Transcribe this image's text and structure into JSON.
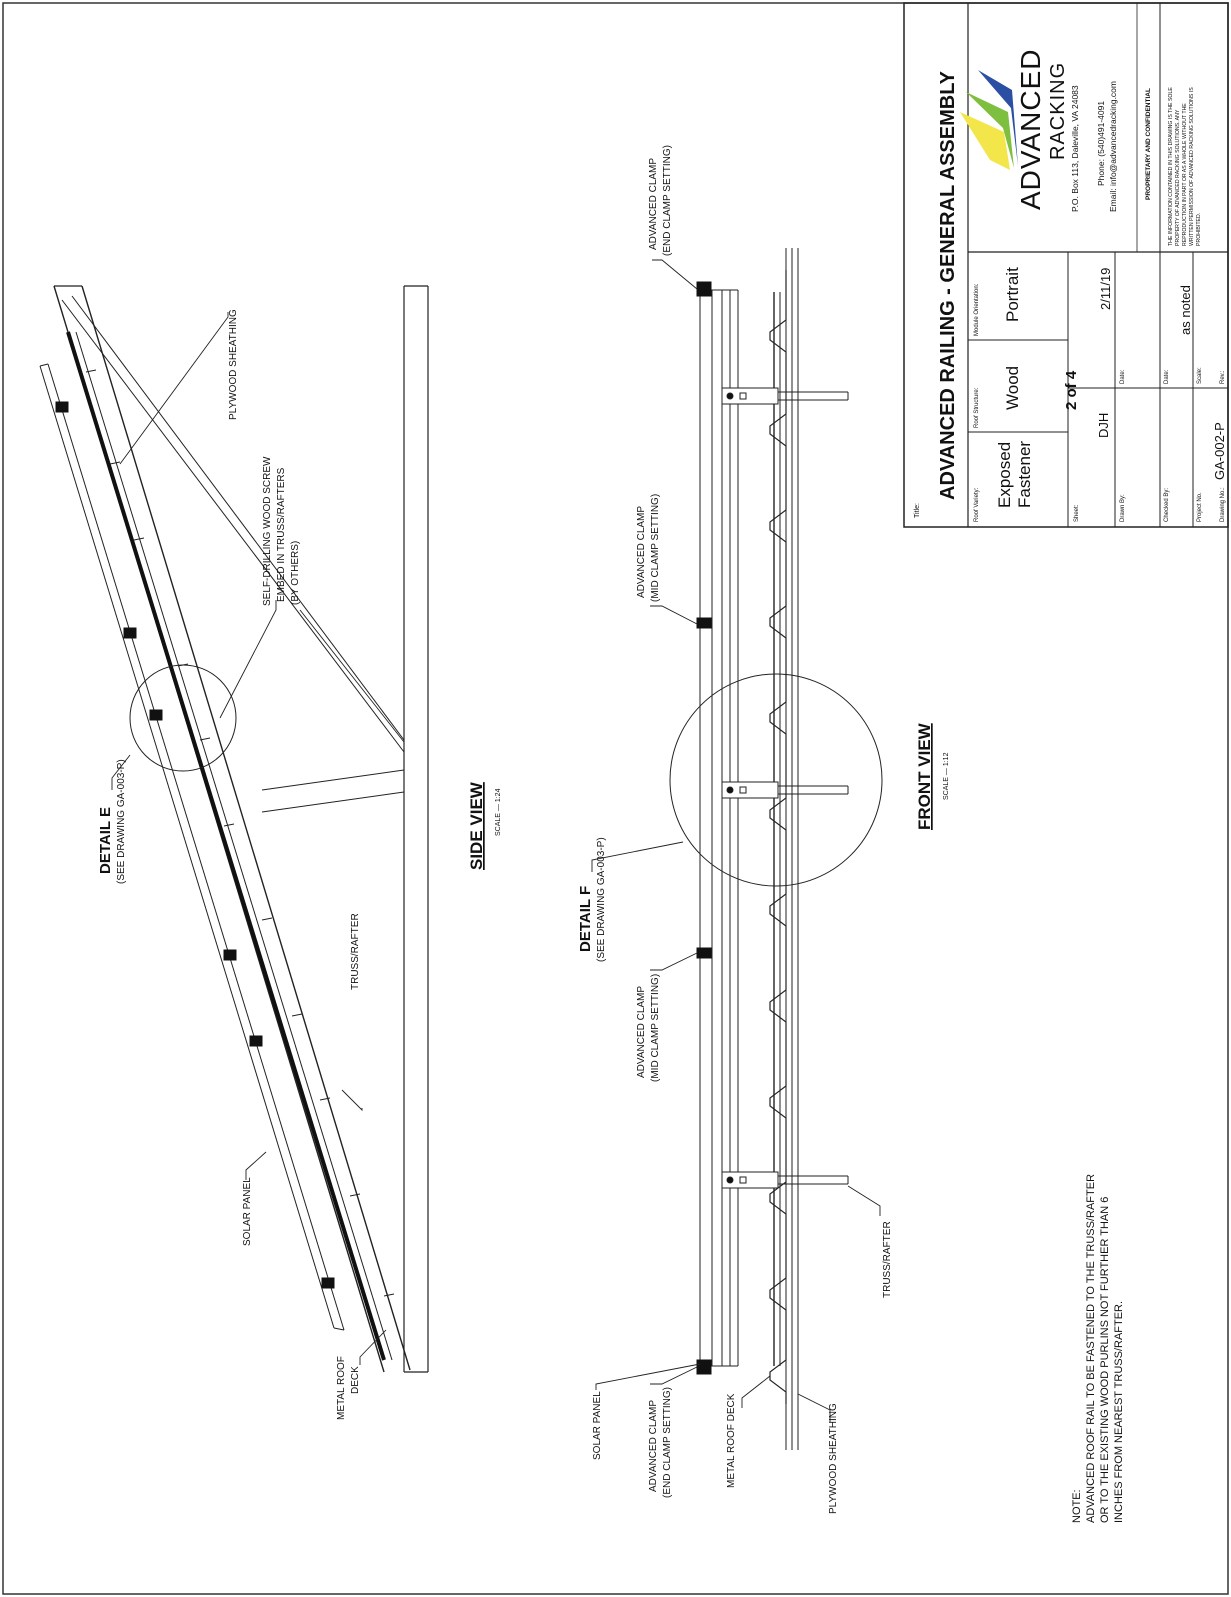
{
  "title_block": {
    "title_caption": "Title:",
    "title": "ADVANCED RAILING - GENERAL ASSEMBLY",
    "roof_variety_caption": "Roof Variety:",
    "roof_variety_line1": "Exposed",
    "roof_variety_line2": "Fastener",
    "roof_structure_caption": "Roof Structure:",
    "roof_structure": "Wood",
    "module_orientation_caption": "Module Orientation:",
    "module_orientation": "Portrait",
    "sheet_caption": "Sheet:",
    "sheet": "2 of 4",
    "drawn_by_caption": "Drawn By:",
    "drawn_by": "DJH",
    "date_caption": "Date:",
    "date": "2/11/19",
    "checked_by_caption": "Checked By:",
    "checked_date_caption": "Date:",
    "project_no_caption": "Project No.",
    "scale_caption": "Scale:",
    "scale": "as noted",
    "drawing_no_caption": "Drawing No.:",
    "drawing_no": "GA-002-P",
    "rev_caption": "Rev.:"
  },
  "company": {
    "name": "ADVANCED",
    "sub": "RACKING",
    "address": "P.O. Box 113, Daleville, VA 24083",
    "phone": "Phone: (540)491-4091",
    "email": "Email: info@advancedracking.com",
    "proprietary_heading": "PROPRIETARY AND CONFIDENTIAL",
    "proprietary_line1": "THE INFORMATION CONTAINED IN THIS DRAWING IS THE SOLE",
    "proprietary_line2": "PROPERTY OF ADVANCED RACKING SOLUTIONS. ANY",
    "proprietary_line3": "REPRODUCTION IN PART OR AS A WHOLE WITHOUT THE",
    "proprietary_line4": "WRITTEN PERMISSION OF ADVANCED RACKING SOLUTIONS IS",
    "proprietary_line5": "PROHIBITED.",
    "logo_colors": [
      "#f2e64a",
      "#7fbf3f",
      "#2b4fa3"
    ]
  },
  "side_view": {
    "title": "SIDE VIEW",
    "scale": "SCALE — 1:24",
    "detail_title": "DETAIL E",
    "detail_ref": "(SEE DRAWING GA-003-P)",
    "label_plywood": "PLYWOOD SHEATHING",
    "label_screw_1": "SELF-DRILLING WOOD SCREW",
    "label_screw_2": "EMBED IN TRUSS/RAFTERS",
    "label_screw_3": "(BY OTHERS)",
    "label_truss": "TRUSS/RAFTER",
    "label_solar": "SOLAR PANEL",
    "label_deck_1": "METAL ROOF",
    "label_deck_2": "DECK"
  },
  "front_view": {
    "title": "FRONT VIEW",
    "scale": "SCALE — 1:12",
    "detail_title": "DETAIL F",
    "detail_ref": "(SEE DRAWING GA-003-P)",
    "label_end_clamp_top_1": "ADVANCED CLAMP",
    "label_end_clamp_top_2": "(END CLAMP SETTING)",
    "label_mid_clamp_a_1": "ADVANCED CLAMP",
    "label_mid_clamp_a_2": "(MID CLAMP SETTING)",
    "label_mid_clamp_b_1": "ADVANCED CLAMP",
    "label_mid_clamp_b_2": "(MID CLAMP SETTING)",
    "label_solar": "SOLAR PANEL",
    "label_end_clamp_bot_1": "ADVANCED CLAMP",
    "label_end_clamp_bot_2": "(END CLAMP SETTING)",
    "label_deck": "METAL ROOF DECK",
    "label_plywood": "PLYWOOD SHEATHING",
    "label_truss": "TRUSS/RAFTER"
  },
  "note": {
    "heading": "NOTE:",
    "line1": "ADVANCED ROOF RAIL TO BE FASTENED TO THE TRUSS/RAFTER",
    "line2": "OR TO THE EXISTING WOOD PURLINS NOT FURTHER THAN 6",
    "line3": "INCHES FROM NEAREST TRUSS/RAFTER."
  }
}
